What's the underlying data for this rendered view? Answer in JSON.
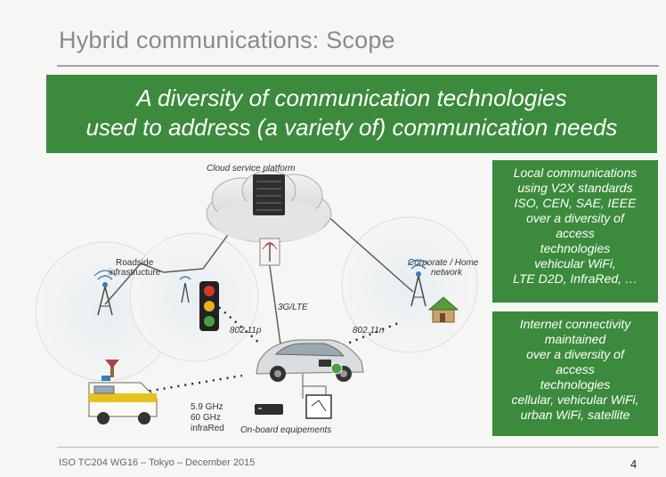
{
  "slide": {
    "title": "Hybrid communications: Scope",
    "banner": {
      "line1": "A diversity of communication technologies",
      "line2": "used to address (a variety of) communication needs"
    }
  },
  "diagram": {
    "cloud_label": "Cloud service platform",
    "roadside_label_line1": "Roadside",
    "roadside_label_line2": "infrastructure",
    "corporate_label_line1": "Corporate / Home",
    "corporate_label_line2": "network",
    "link_3g": "3G/LTE",
    "link_80211p": "802.11p",
    "link_80211n": "802.11n",
    "link_59": "5.9 GHz",
    "link_60": "60 GHz",
    "link_ir": "infraRed",
    "onboard_label": "On-board equipements"
  },
  "side_box_1": {
    "lines": [
      "Local communications",
      "using V2X standards",
      "ISO, CEN, SAE, IEEE",
      "over a diversity of",
      "access",
      "technologies",
      "vehicular WiFi,",
      "LTE D2D, InfraRed, …"
    ]
  },
  "side_box_2": {
    "lines": [
      "Internet connectivity",
      "maintained",
      "over a diversity of",
      "access",
      "technologies",
      "cellular, vehicular WiFi,",
      "urban WiFi, satellite"
    ]
  },
  "footer": {
    "text": "ISO TC204 WG16  –  Tokyo  – December 2015",
    "page_number": "4"
  },
  "colors": {
    "accent_green": "#3c8a3c",
    "title_gray": "#8a8a8a"
  }
}
